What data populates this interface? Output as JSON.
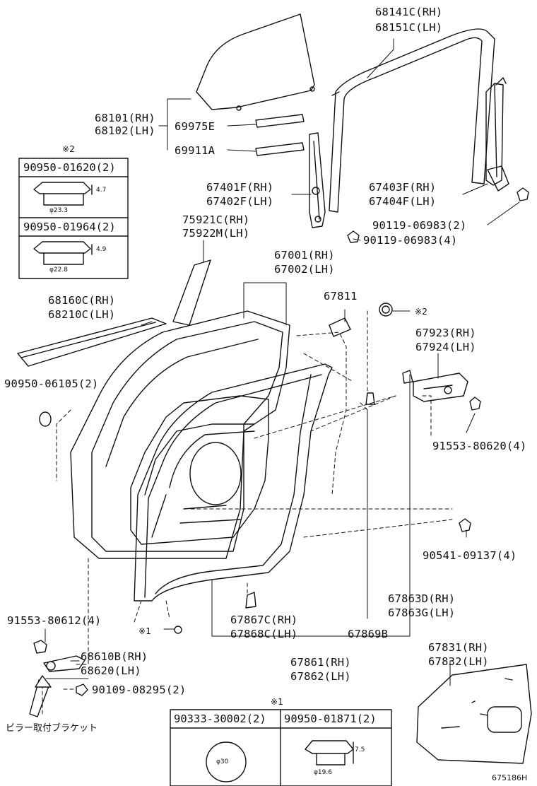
{
  "labels": {
    "glass_rh": "68101(RH)",
    "glass_lh": "68102(LH)",
    "run_rh": "68141C(RH)",
    "run_lh": "68151C(LH)",
    "strip_e": "69975E",
    "strip_a": "69911A",
    "reg_rh": "67401F(RH)",
    "reg_lh": "67402F(LH)",
    "rear_run_rh": "67403F(RH)",
    "rear_run_lh": "67404F(LH)",
    "bolt_2": "90119-06983(2)",
    "bolt_4": "90119-06983(4)",
    "pillar_rh": "75921C(RH)",
    "pillar_lh": "75922M(LH)",
    "door_rh": "67001(RH)",
    "door_lh": "67002(LH)",
    "pad": "67811",
    "belt_rh": "68160C(RH)",
    "belt_lh": "68210C(LH)",
    "plug_left": "90950-06105(2)",
    "handle_rh": "67923(RH)",
    "handle_lh": "67924(LH)",
    "screw_4": "91553-80620(4)",
    "clip_4": "90541-09137(4)",
    "wx_d": "67863D(RH)",
    "wx_g": "67863G(LH)",
    "hinge_screw": "91553-80612(4)",
    "clip_c": "67867C(RH)",
    "clip_c_lh": "67868C(LH)",
    "retainer": "67869B",
    "check_rh": "68610B(RH)",
    "check_lh": "68620(LH)",
    "bolt_check": "90109-08295(2)",
    "wx_main_rh": "67861(RH)",
    "wx_main_lh": "67862(LH)",
    "film_rh": "67831(RH)",
    "film_lh": "67832(LH)",
    "mark2": "※2",
    "mark1": "※1",
    "mark1_small": "※1",
    "mark2_small": "※2",
    "pillar_bracket": "ビラー取付ブラケット",
    "diagram_code": "675186H"
  },
  "box2": {
    "part_a": "90950-01620(2)",
    "dim_a_h": "4.7",
    "dim_a_d": "φ23.3",
    "part_b": "90950-01964(2)",
    "dim_b_h": "4.9",
    "dim_b_d": "φ22.8"
  },
  "box1": {
    "part_a": "90333-30002(2)",
    "dim_a_d": "φ30",
    "part_b": "90950-01871(2)",
    "dim_b_h": "7.5",
    "dim_b_d": "φ19.6"
  }
}
